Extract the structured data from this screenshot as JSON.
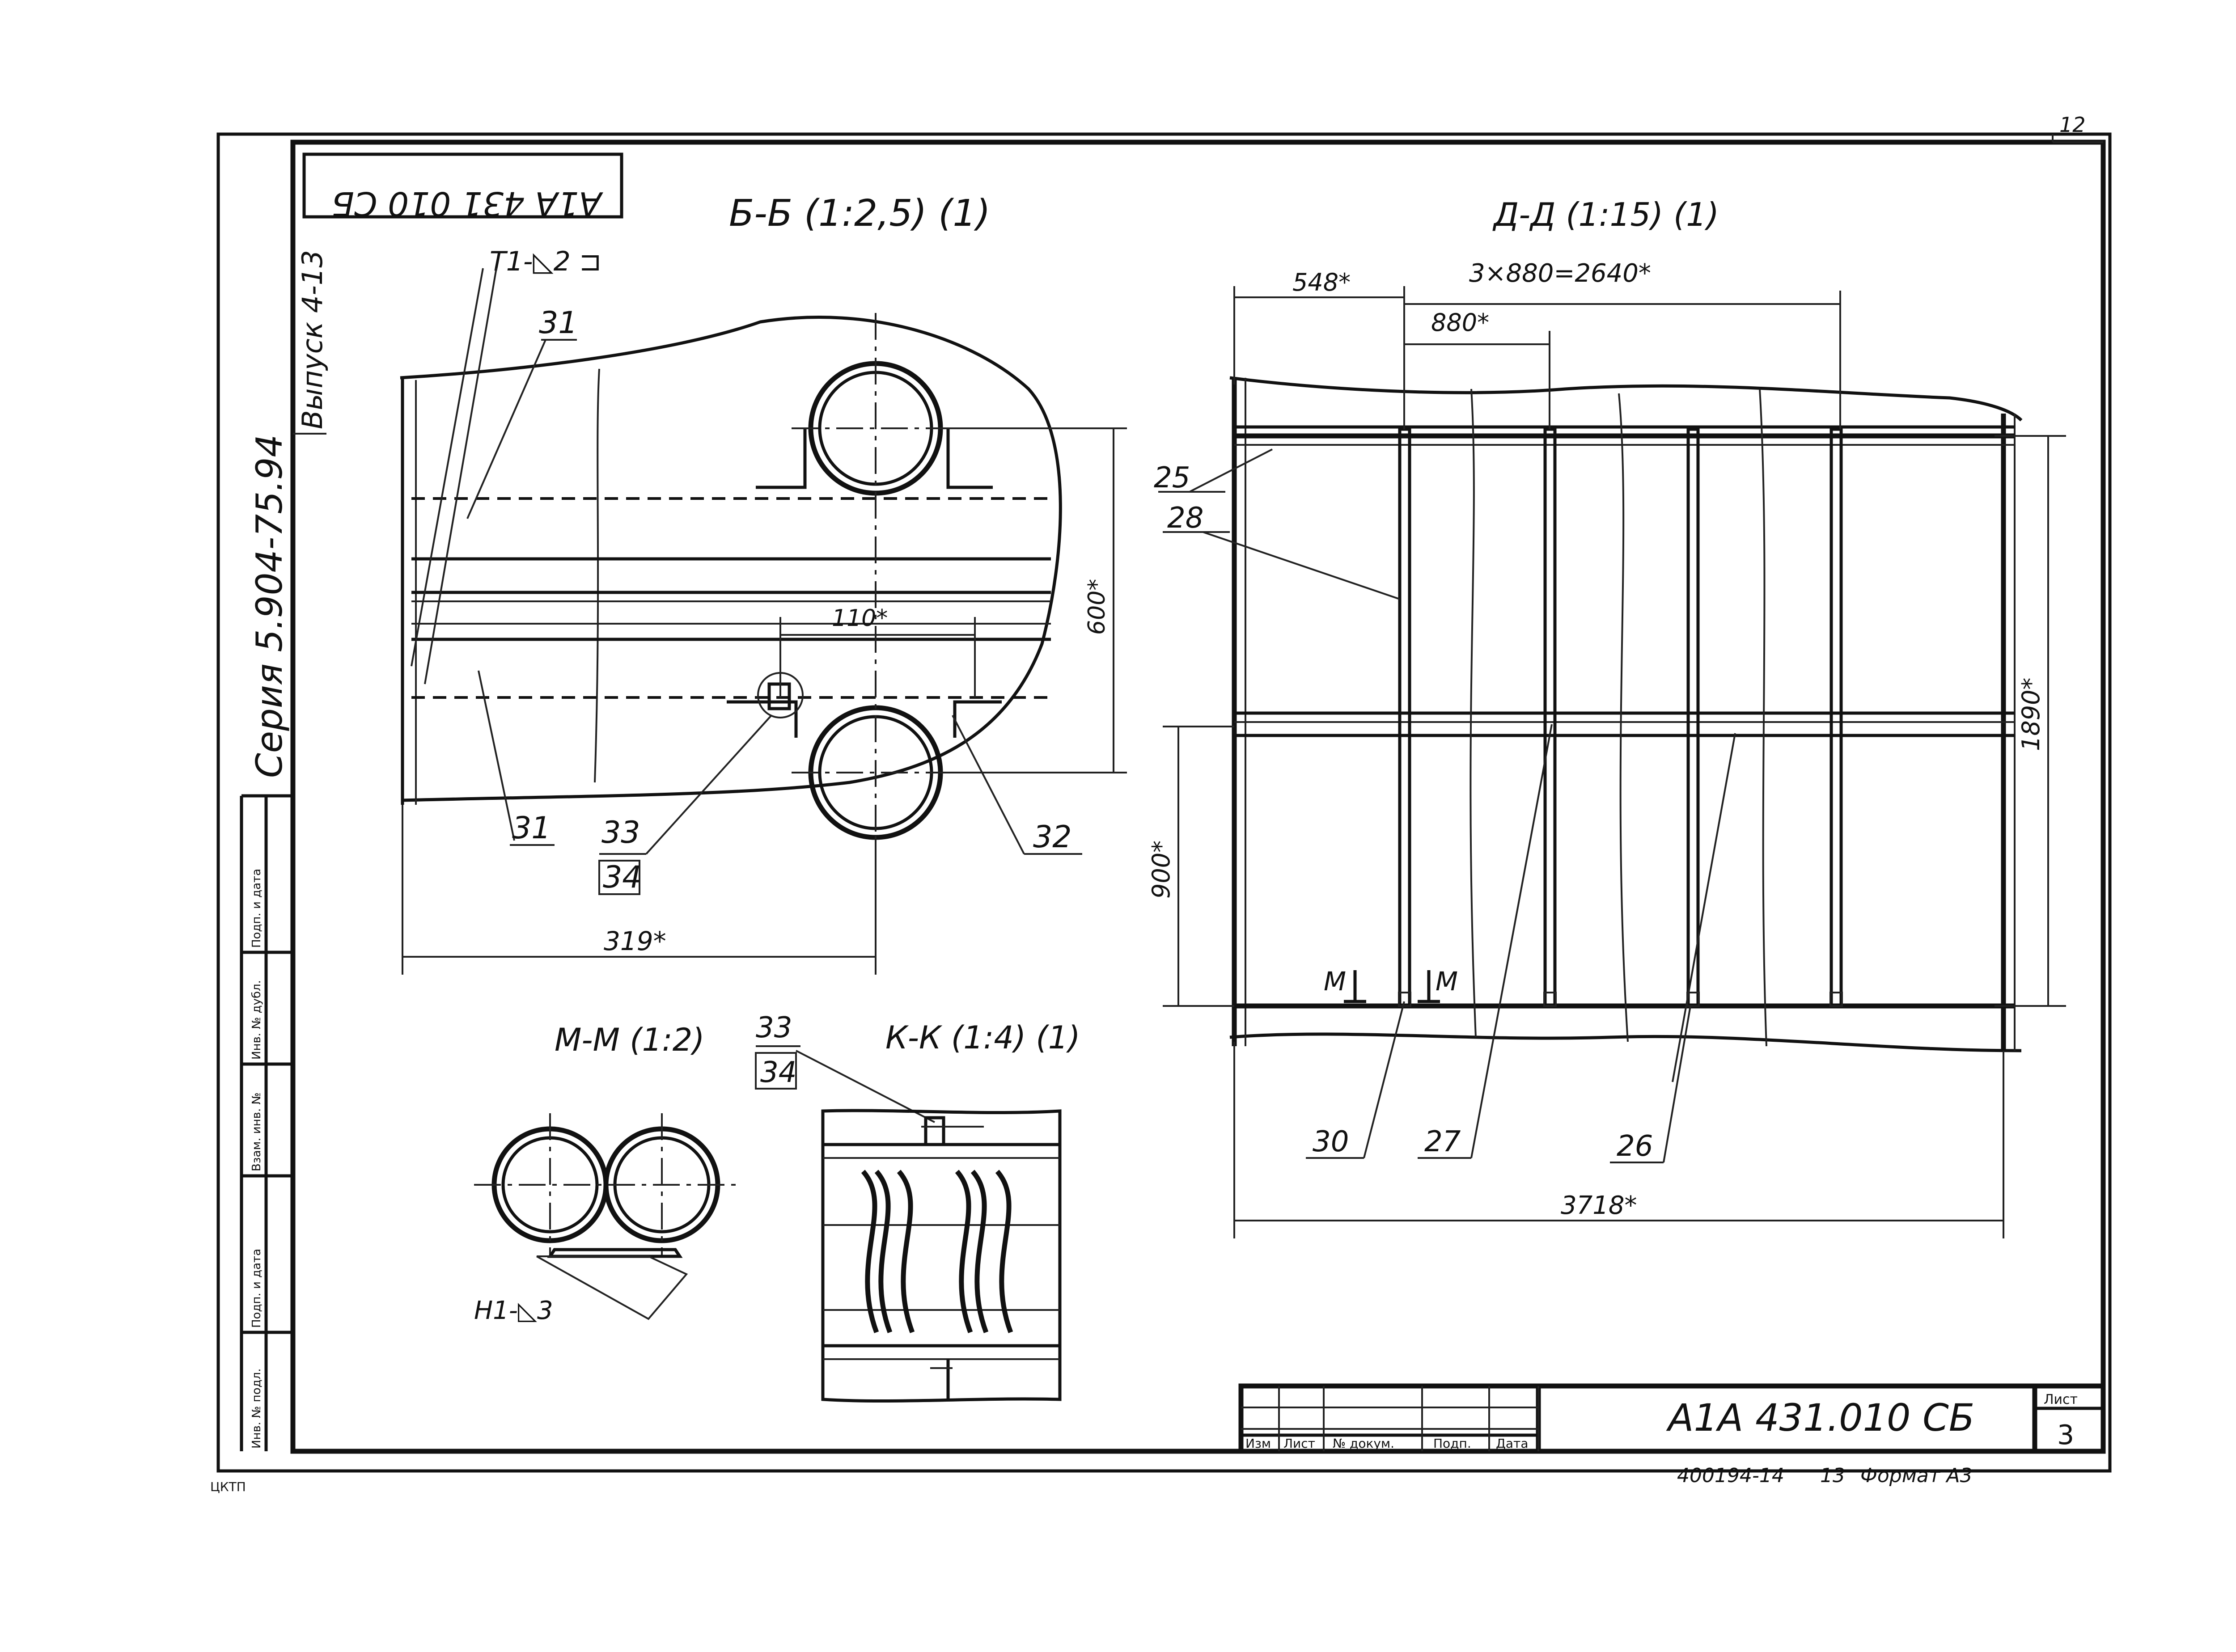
{
  "sheet": {
    "sheet_no_corner": "12",
    "stamp_rotated": "А1А 431 010 СБ",
    "series_text": "Серия  5.904-75.94",
    "issue_text": "Выпуск 4-13",
    "footer_left": "ЦКТП",
    "footer_code": "400194-14",
    "footer_sheet": "13",
    "footer_format": "Формат А3"
  },
  "left_stamp": {
    "labels": [
      "Подп. и дата",
      "Инв. № дубл.",
      "Взам. инв. №",
      "Подп. и дата",
      "Инв. № подл."
    ]
  },
  "section_bb": {
    "title": "Б-Б (1:2,5) (1)",
    "weld": "Т1-◺2 ⊐",
    "dim_110": "110*",
    "dim_600": "600*",
    "dim_319": "319*",
    "pos": [
      "31",
      "31",
      "33",
      "34",
      "32"
    ]
  },
  "section_dd": {
    "title": "Д-Д (1:15) (1)",
    "dim_548": "548*",
    "dim_3x880": "3×880=2640*",
    "dim_880": "880*",
    "dim_1890": "1890*",
    "dim_900": "900*",
    "dim_3718": "3718*",
    "cut_m1": "М",
    "cut_m2": "М",
    "pos": [
      "25",
      "28",
      "30",
      "27",
      "26"
    ]
  },
  "section_mm": {
    "title": "М-М (1:2)",
    "weld": "Н1-◺3"
  },
  "section_kk": {
    "title": "К-К (1:4) (1)",
    "pos": [
      "33",
      "34"
    ]
  },
  "title_block": {
    "designation": "А1А 431.010 СБ",
    "sheet_label": "Лист",
    "sheet_value": "3",
    "headers": [
      "Изм",
      "Лист",
      "№ докум.",
      "Подп.",
      "Дата"
    ]
  }
}
